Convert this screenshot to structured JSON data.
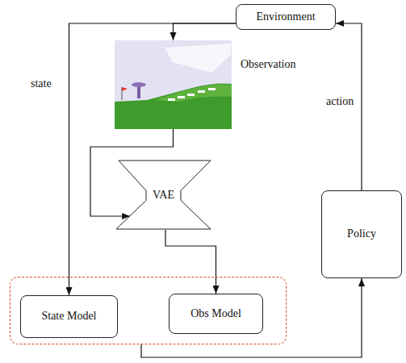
{
  "diagram": {
    "nodes": [
      {
        "text": [
          "Environment"
        ]
      },
      {
        "text": [
          "Observation"
        ]
      },
      {
        "text": [
          "VAE"
        ]
      },
      {
        "text": [
          "Policy"
        ]
      },
      {
        "text": []
      },
      {
        "text": [
          "State Model"
        ],
        "in": 4
      },
      {
        "text": [
          "Obs Model"
        ],
        "in": 4
      }
    ],
    "edges": [
      {
        "from": 0,
        "to": 5,
        "label": "state",
        "arrow": "to"
      },
      {
        "from": 0,
        "to": 1,
        "arrow": "to"
      },
      {
        "from": 1,
        "to": 2,
        "arrow": "to"
      },
      {
        "from": 2,
        "to": 6,
        "arrow": "to"
      },
      {
        "from": 4,
        "to": 3,
        "arrow": "to"
      },
      {
        "from": 3,
        "to": 0,
        "label": "action",
        "arrow": "to"
      }
    ]
  }
}
